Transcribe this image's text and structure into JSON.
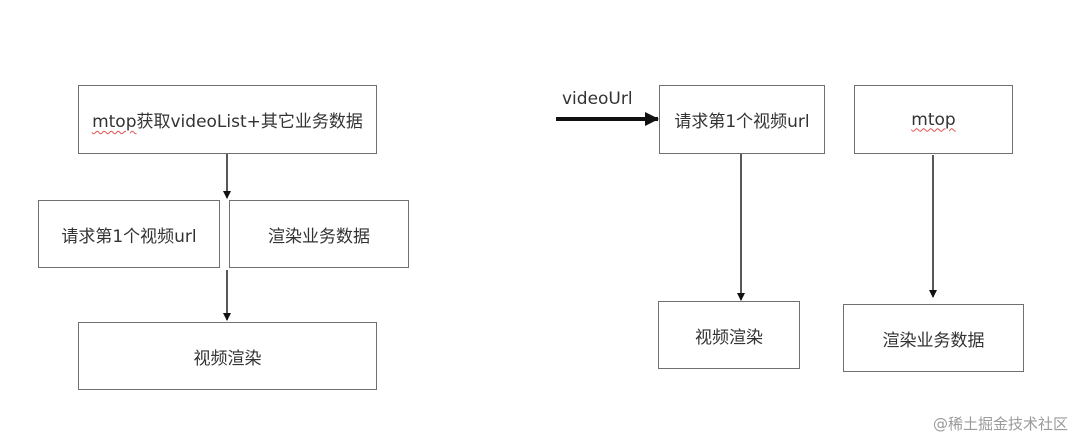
{
  "left_flow": {
    "fetch_box": {
      "prefix": "mtop",
      "rest": "获取videoList+其它业务数据"
    },
    "request_box": "请求第1个视频url",
    "render_data_box": "渲染业务数据",
    "video_render_box": "视频渲染"
  },
  "right_flow": {
    "input_label": "videoUrl",
    "request_box": "请求第1个视频url",
    "mtop_box": "mtop",
    "video_render_box": "视频渲染",
    "render_data_box": "渲染业务数据"
  },
  "watermark": "@稀土掘金技术社区",
  "colors": {
    "border": "#707070",
    "arrow": "#111111",
    "text": "#333333",
    "spellcheck_underline": "#e05050"
  }
}
